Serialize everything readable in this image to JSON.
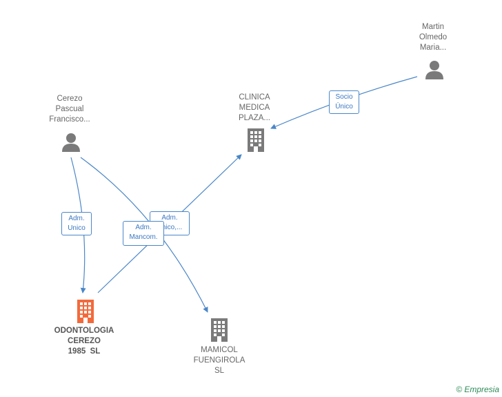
{
  "nodes": {
    "martin": {
      "lines": [
        "Martin",
        "Olmedo",
        "Maria..."
      ],
      "icon": "person-icon",
      "color": "#7a7a7a"
    },
    "cerezo": {
      "lines": [
        "Cerezo",
        "Pascual",
        "Francisco..."
      ],
      "icon": "person-icon",
      "color": "#7a7a7a"
    },
    "clinica": {
      "lines": [
        "CLINICA",
        "MEDICA",
        "PLAZA..."
      ],
      "icon": "building-icon",
      "color": "#7a7a7a"
    },
    "odontologia": {
      "lines": [
        "ODONTOLOGIA",
        "CEREZO",
        "1985  SL"
      ],
      "icon": "building-icon",
      "color": "#f26a3c"
    },
    "mamicol": {
      "lines": [
        "MAMICOL",
        "FUENGIROLA",
        "SL"
      ],
      "icon": "building-icon",
      "color": "#7a7a7a"
    }
  },
  "edges": {
    "socio": {
      "lines": [
        "Socio",
        "Único"
      ]
    },
    "adm_unico": {
      "lines": [
        "Adm.",
        "Unico"
      ]
    },
    "adm_unico_2": {
      "lines": [
        "Adm.",
        "Unico,..."
      ]
    },
    "adm_mancom": {
      "lines": [
        "Adm.",
        "Mancom."
      ]
    }
  },
  "colors": {
    "edge": "#4a86c8",
    "edge_text": "#3b78c2",
    "node_text": "#666666",
    "highlight": "#f26a3c"
  },
  "brand": {
    "copyright": "©",
    "name": "Empresia"
  }
}
